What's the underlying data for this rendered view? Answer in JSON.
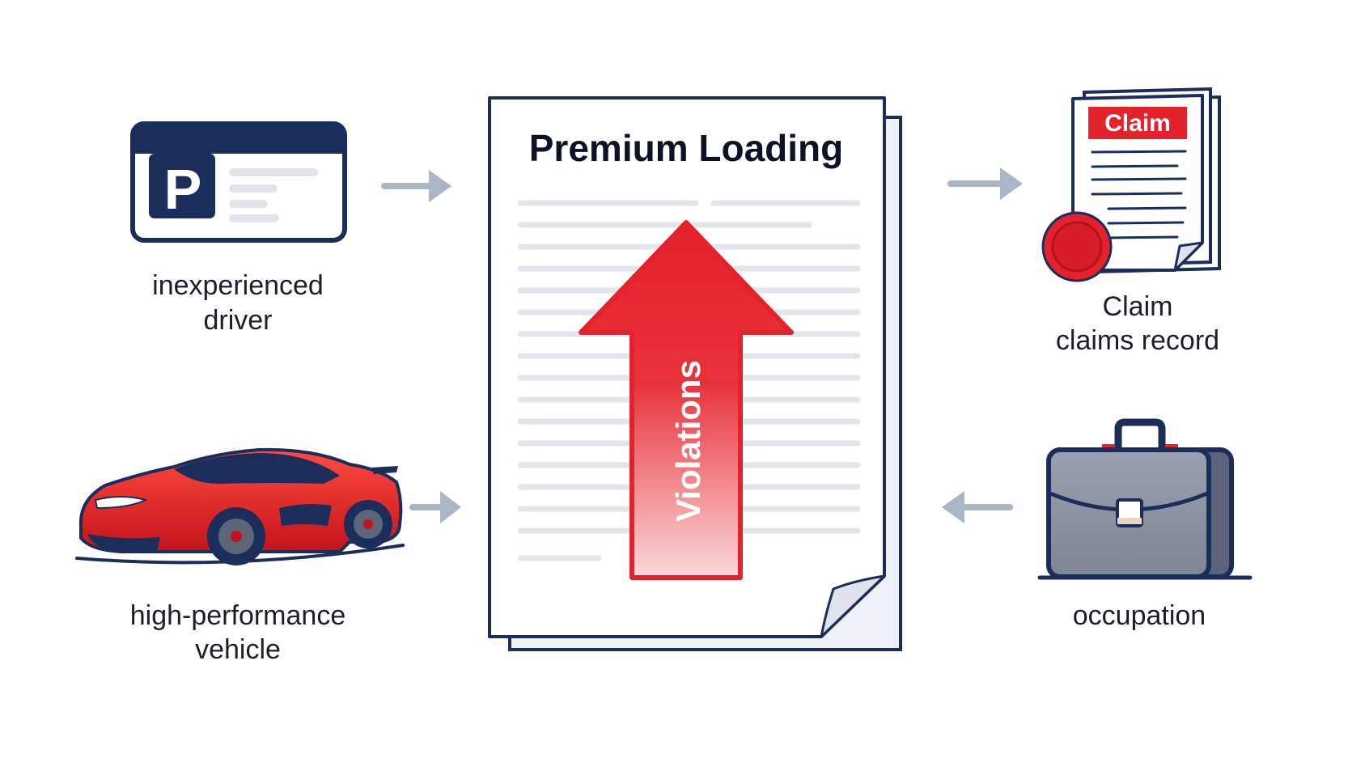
{
  "document": {
    "title": "Premium Loading",
    "arrow_label": "Violations"
  },
  "factors": {
    "driver": {
      "icon": "license-card-icon",
      "badge_letter": "P",
      "label_line1": "inexperienced",
      "label_line2": "driver"
    },
    "vehicle": {
      "icon": "sports-car-icon",
      "label_line1": "high-performance",
      "label_line2": "vehicle"
    },
    "claims": {
      "icon": "claim-documents-icon",
      "stamp_text": "Claim",
      "label_line1": "Claim",
      "label_line2": "claims record"
    },
    "occupation": {
      "icon": "briefcase-icon",
      "label": "occupation"
    }
  },
  "colors": {
    "navy": "#1b2d5b",
    "red": "#e3222b",
    "arrow_gray": "#a9b6c6",
    "line_gray": "#e2e5ea",
    "briefcase_gray": "#8b93a1"
  }
}
